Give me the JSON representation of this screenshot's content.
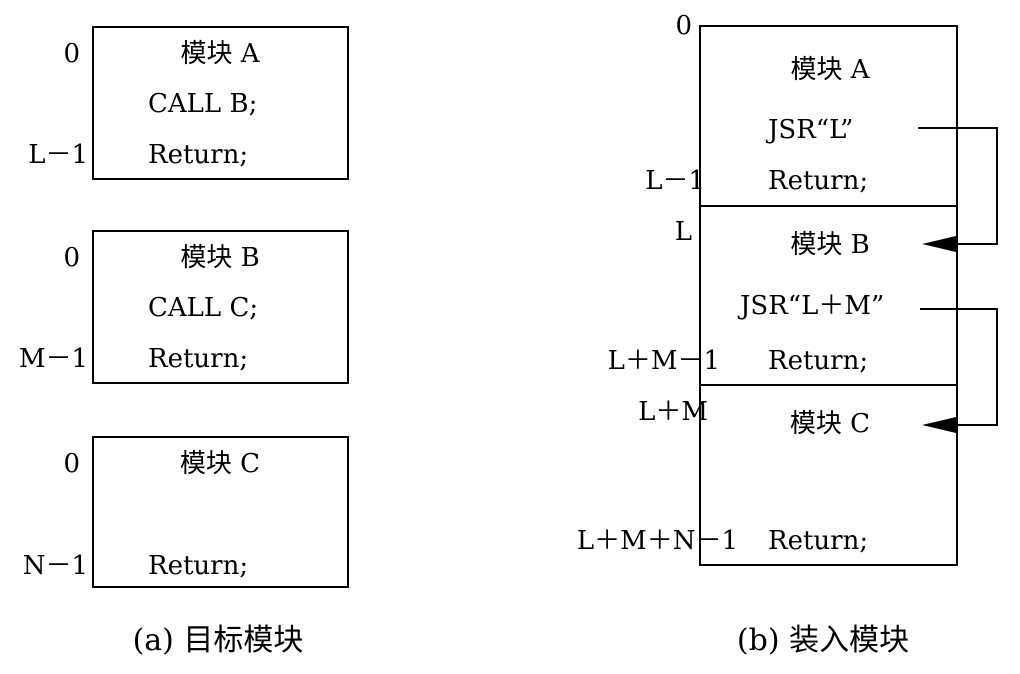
{
  "left": {
    "module_a": {
      "title": "模块 A",
      "call": "CALL B;",
      "ret": "Return;",
      "start": "0",
      "end": "L－1"
    },
    "module_b": {
      "title": "模块 B",
      "call": "CALL C;",
      "ret": "Return;",
      "start": "0",
      "end": "M－1"
    },
    "module_c": {
      "title": "模块 C",
      "ret": "Return;",
      "start": "0",
      "end": "N－1"
    },
    "caption": "(a) 目标模块"
  },
  "right": {
    "addr_0": "0",
    "addr_l_minus_1": "L－1",
    "addr_l": "L",
    "addr_lm_minus_1": "L＋M－1",
    "addr_lm": "L＋M",
    "addr_lmn_minus_1": "L＋M＋N－1",
    "section_a": {
      "title": "模块 A",
      "jsr": "JSR“L”",
      "ret": "Return;"
    },
    "section_b": {
      "title": "模块 B",
      "jsr": "JSR“L＋M”",
      "ret": "Return;"
    },
    "section_c": {
      "title": "模块 C",
      "ret": "Return;"
    },
    "caption": "(b) 装入模块"
  }
}
